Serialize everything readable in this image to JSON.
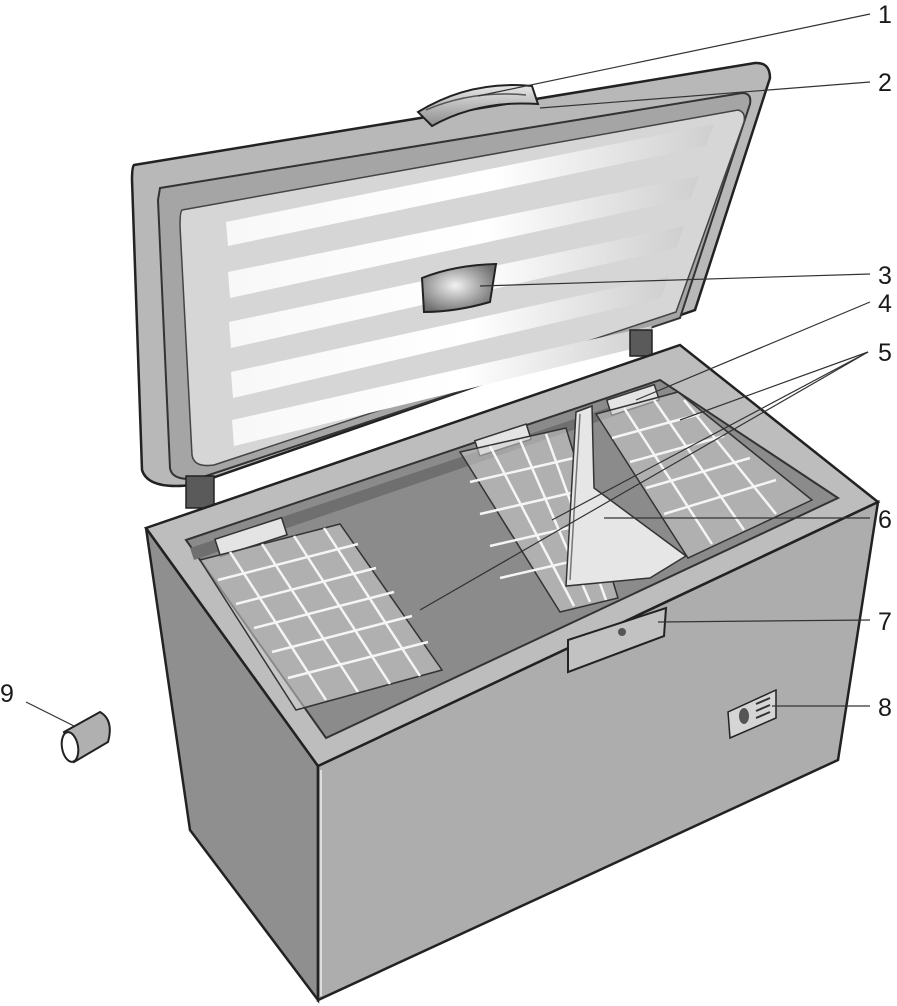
{
  "callouts": [
    {
      "label": "1",
      "part": "lid-handle"
    },
    {
      "label": "2",
      "part": "lid-seal"
    },
    {
      "label": "3",
      "part": "inner-lid-lamp"
    },
    {
      "label": "4",
      "part": "basket-support"
    },
    {
      "label": "5",
      "part": "wire-baskets"
    },
    {
      "label": "6",
      "part": "compartment-divider"
    },
    {
      "label": "7",
      "part": "control-panel"
    },
    {
      "label": "8",
      "part": "ventilation-grille"
    },
    {
      "label": "9",
      "part": "accessory-cylinder"
    }
  ],
  "colors": {
    "body": "#a8a8a8",
    "body_front": "#adadad",
    "body_side": "#8f8f8f",
    "lid_frame": "#b5b5b5",
    "lid_inner": "#d7d7d7",
    "cavity": "#8e8e8e",
    "outline": "#222222"
  }
}
